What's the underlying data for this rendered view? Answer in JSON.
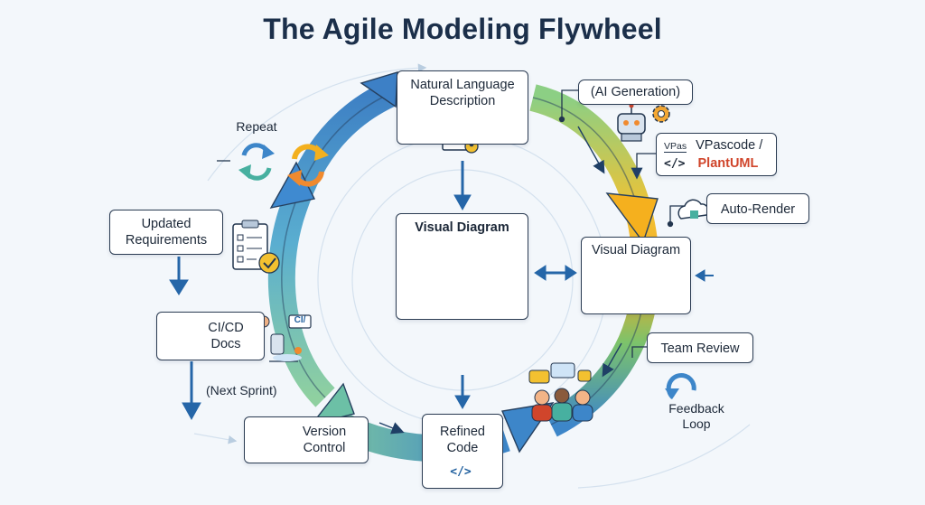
{
  "title": "The Agile Modeling Flywheel",
  "nodes": {
    "natural_language": {
      "line1": "Natural Language",
      "line2": "Description"
    },
    "visual_diagram_center": "Visual Diagram",
    "visual_diagram_right": "Visual Diagram",
    "refined_code": {
      "line1": "Refined",
      "line2": "Code"
    },
    "version_control": {
      "line1": "Version",
      "line2": "Control"
    },
    "cicd_docs": {
      "line1": "CI/CD",
      "line2": "Docs"
    },
    "updated_requirements": {
      "line1": "Updated",
      "line2": "Requirements"
    },
    "ai_generation": "(AI Generation)",
    "vpascode": {
      "prefix": "VPascode /",
      "plantuml": "PlantUML",
      "badge": "VPas",
      "code_glyph": "</>"
    },
    "auto_render": "Auto-Render",
    "team_review": "Team Review"
  },
  "labels": {
    "repeat": "Repeat",
    "next_sprint": "(Next Sprint)",
    "feedback_loop": {
      "line1": "Feedback",
      "line2": "Loop"
    },
    "ci_badge": "CI/",
    "code_glyph": "</>"
  },
  "colors": {
    "title": "#1b2f4a",
    "blue": "#3d86c9",
    "blue_dark": "#2566a8",
    "teal": "#47b0a0",
    "green": "#7cc36b",
    "yellow": "#f2bf32",
    "orange": "#f08a2e",
    "accent_red": "#d0452b"
  },
  "icons": [
    "document-icon",
    "robot-icon",
    "gear-icon",
    "cloud-icon",
    "chat-bubbles-icon",
    "team-icon",
    "rocket-icon",
    "checklist-icon",
    "checkmark-icon",
    "refresh-icon",
    "git-branch-icon",
    "code-icon",
    "loop-arrow-icon",
    "flowchart-icon"
  ]
}
